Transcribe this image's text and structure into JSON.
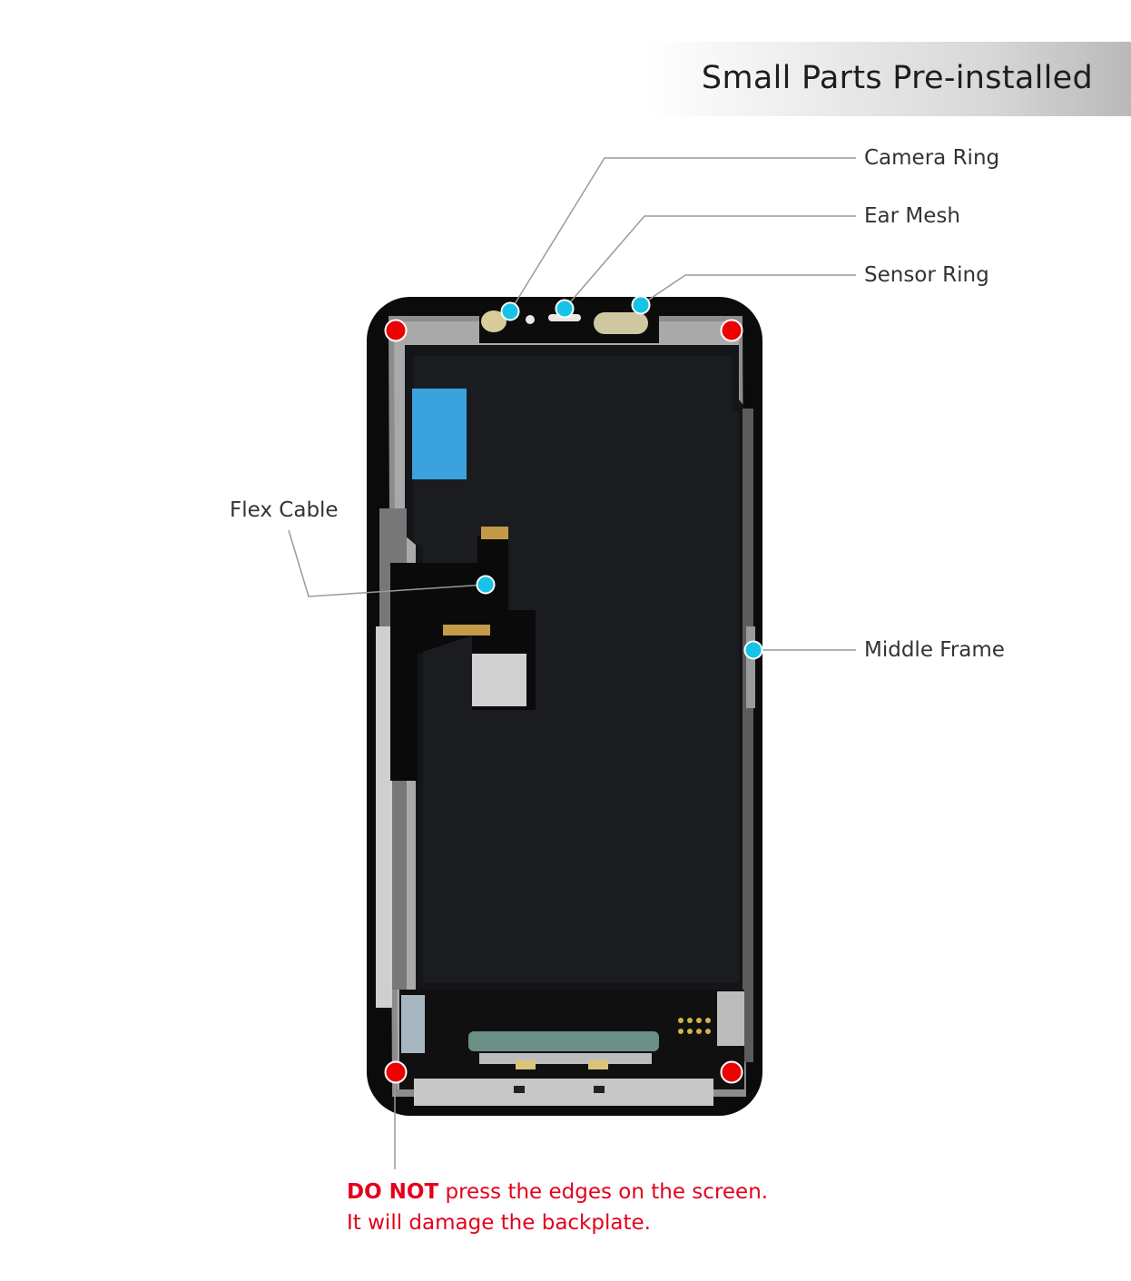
{
  "banner": {
    "title": "Small Parts Pre-installed"
  },
  "callouts": {
    "camera_ring": "Camera Ring",
    "ear_mesh": "Ear Mesh",
    "sensor_ring": "Sensor Ring",
    "flex_cable": "Flex Cable",
    "middle_frame": "Middle Frame"
  },
  "warning": {
    "emphasis": "DO NOT",
    "line1_rest": " press the edges on the screen.",
    "line2": "It will damage the backplate."
  },
  "colors": {
    "callout_dot": "#16c3e6",
    "pressure_dot": "#ee0000",
    "warning_text": "#e4001b",
    "leader_line": "#9a9a9a"
  }
}
